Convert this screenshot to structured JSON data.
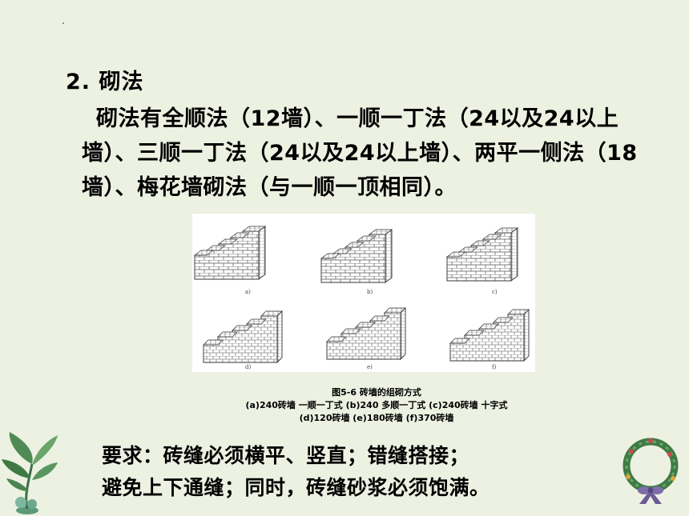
{
  "heading": "2. 砌法",
  "paragraph": "砌法有全顺法（12墙）、一顺一丁法（24以及24以上墙）、三顺一丁法（24以及24以上墙）、两平一侧法（18墙）、梅花墙砌法（与一顺一顶相同）。",
  "figure": {
    "panels": [
      {
        "label": "a)"
      },
      {
        "label": "b)"
      },
      {
        "label": "c)"
      },
      {
        "label": "d)"
      },
      {
        "label": "e)"
      },
      {
        "label": "f)"
      }
    ],
    "caption_title": "图5-6  砖墙的组砌方式",
    "caption_line1": "(a)240砖墙  一顺一丁式  (b)240  多顺一丁式  (c)240砖墙  十字式",
    "caption_line2": "(d)120砖墙  (e)180砖墙  (f)370砖墙"
  },
  "requirements": {
    "line1": "要求：砖缝必须横平、竖直；错缝搭接；",
    "line2": "避免上下通缝；同时，砖缝砂浆必须饱满。"
  },
  "colors": {
    "background": "#ecf1e1",
    "leaf_green": "#4f8a55",
    "wreath_green": "#3f7a45",
    "ribbon_purple": "#6b5c95"
  }
}
